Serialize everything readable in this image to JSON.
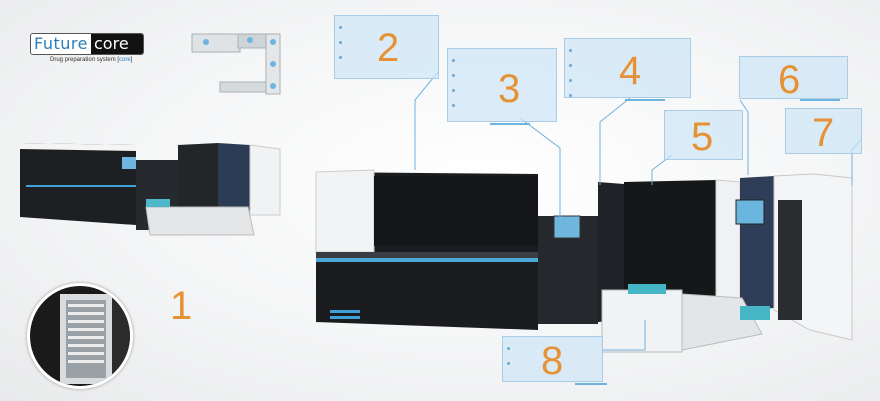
{
  "logo": {
    "part1": "Future",
    "part2": "core",
    "tagline_pre": "Drug preparation system [",
    "tagline_hl": "core",
    "tagline_post": "]"
  },
  "callouts": [
    {
      "id": "2",
      "label": "2"
    },
    {
      "id": "3",
      "label": "3"
    },
    {
      "id": "4",
      "label": "4"
    },
    {
      "id": "5",
      "label": "5"
    },
    {
      "id": "6",
      "label": "6"
    },
    {
      "id": "7",
      "label": "7"
    },
    {
      "id": "8",
      "label": "8"
    }
  ],
  "standalone_label": "1",
  "colors": {
    "accent_orange": "#e59236",
    "callout_fill": "#cee6f6",
    "brand_blue": "#2a7fb8",
    "machine_dark": "#1b1c1f"
  }
}
